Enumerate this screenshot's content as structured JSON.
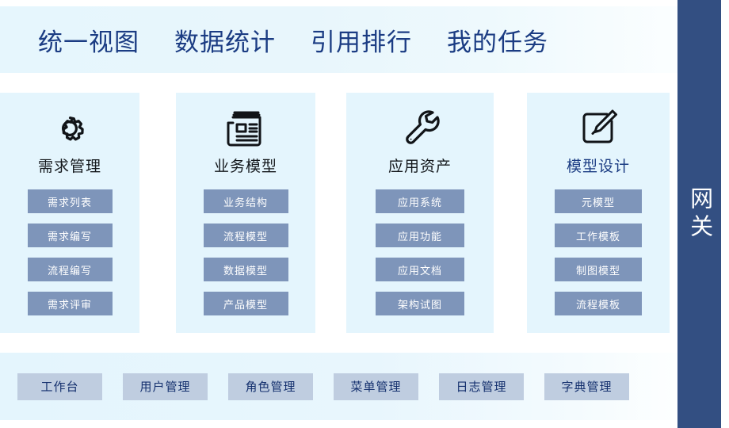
{
  "header": {
    "nav_items": [
      {
        "label": "统一视图"
      },
      {
        "label": "数据统计"
      },
      {
        "label": "引用排行"
      },
      {
        "label": "我的任务"
      }
    ]
  },
  "main": {
    "cards": [
      {
        "icon": "gear-icon",
        "title": "需求管理",
        "buttons": [
          "需求列表",
          "需求编写",
          "流程编写",
          "需求评审"
        ]
      },
      {
        "icon": "newspaper-icon",
        "title": "业务模型",
        "buttons": [
          "业务结构",
          "流程模型",
          "数据模型",
          "产品模型"
        ]
      },
      {
        "icon": "wrench-icon",
        "title": "应用资产",
        "buttons": [
          "应用系统",
          "应用功能",
          "应用文档",
          "架构试图"
        ]
      },
      {
        "icon": "pencil-square-icon",
        "title": "模型设计",
        "buttons": [
          "元模型",
          "工作模板",
          "制图模型",
          "流程模板"
        ]
      }
    ]
  },
  "bottom_bar": {
    "buttons": [
      {
        "label": "工作台"
      },
      {
        "label": "用户管理"
      },
      {
        "label": "角色管理"
      },
      {
        "label": "菜单管理"
      },
      {
        "label": "日志管理"
      },
      {
        "label": "字典管理"
      }
    ]
  },
  "gateway": {
    "label": "网关"
  },
  "colors": {
    "header_bg": "#e6f6fd",
    "nav_text": "#1b3c83",
    "card_bg": "#e4f5fd",
    "card_button": "#7e95ba",
    "card_button_text": "#ffffff",
    "bottom_button": "#bfcde0",
    "bottom_button_text": "#14306e",
    "gateway_bg": "#334f82",
    "gateway_text": "#ffffff"
  }
}
